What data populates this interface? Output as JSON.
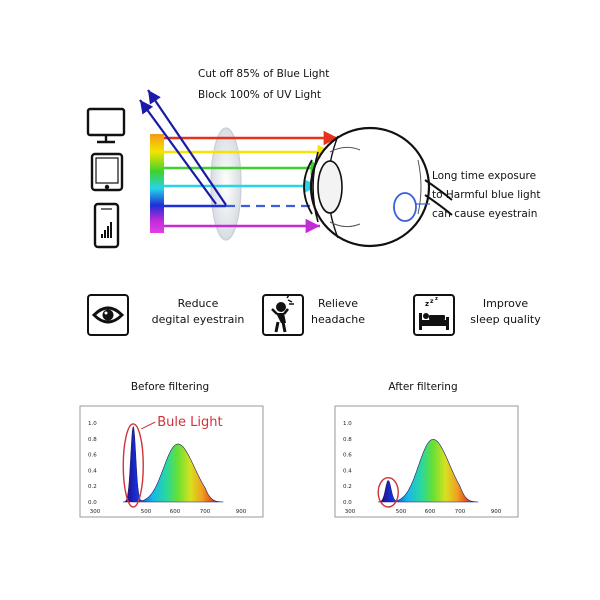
{
  "top": {
    "filter_lines": [
      "Cut off 85% of Blue Light",
      "Block 100% of UV Light"
    ],
    "exposure_lines": [
      "Long time exposure",
      "to Harmful blue light",
      "can cause eyestrain"
    ],
    "devices": [
      "monitor-icon",
      "tablet-icon",
      "phone-icon"
    ]
  },
  "benefits": [
    {
      "icon": "eye-icon",
      "lines": [
        "Reduce",
        "degital eyestrain"
      ]
    },
    {
      "icon": "headache-person-icon",
      "lines": [
        "Relieve",
        "headache"
      ]
    },
    {
      "icon": "sleeping-bed-icon",
      "lines": [
        "Improve",
        "sleep quality"
      ]
    }
  ],
  "colors": {
    "red": "#e8311a",
    "orange": "#f28c1e",
    "yellow": "#f5e400",
    "green": "#3dd12c",
    "cyan": "#27d4e8",
    "blue": "#1f2fd6",
    "violet": "#c42bd8",
    "annotation": "#d0333a"
  },
  "chart_data": [
    {
      "type": "area",
      "title": "Before filtering",
      "annotation": "Bule Light",
      "y_ticks": [
        "1.0",
        "0.8",
        "0.6",
        "0.4",
        "0.2",
        "0.0"
      ],
      "x_ticks": [
        "300",
        "500",
        "600",
        "700",
        "900"
      ],
      "ylim": [
        0,
        1.05
      ],
      "xlim": [
        300,
        900
      ],
      "peaks": [
        {
          "x": 450,
          "y": 0.95,
          "width": 10
        },
        {
          "x": 590,
          "y": 0.45,
          "width": 40
        },
        {
          "x": 640,
          "y": 0.42,
          "width": 45
        }
      ]
    },
    {
      "type": "area",
      "title": "After filtering",
      "y_ticks": [
        "1.0",
        "0.8",
        "0.6",
        "0.4",
        "0.2",
        "0.0"
      ],
      "x_ticks": [
        "300",
        "500",
        "600",
        "700",
        "900"
      ],
      "ylim": [
        0,
        1.05
      ],
      "xlim": [
        300,
        900
      ],
      "peaks": [
        {
          "x": 450,
          "y": 0.27,
          "width": 11
        },
        {
          "x": 590,
          "y": 0.48,
          "width": 40
        },
        {
          "x": 640,
          "y": 0.46,
          "width": 45
        }
      ]
    }
  ]
}
